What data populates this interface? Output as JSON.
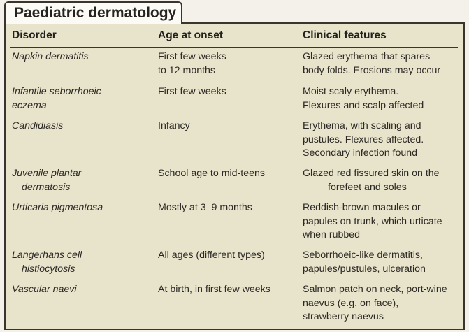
{
  "title": "Paediatric dermatology",
  "headers": {
    "disorder": "Disorder",
    "age": "Age at onset",
    "features": "Clinical features"
  },
  "rows": [
    {
      "disorder": [
        "Napkin dermatitis"
      ],
      "age": [
        "First few weeks",
        "to 12 months"
      ],
      "features": [
        "Glazed erythema that spares",
        "body folds. Erosions may occur"
      ]
    },
    {
      "disorder": [
        "Infantile seborrhoeic",
        "eczema"
      ],
      "age": [
        "First few weeks"
      ],
      "features": [
        "Moist scaly erythema.",
        "Flexures and scalp affected"
      ]
    },
    {
      "disorder": [
        "Candidiasis"
      ],
      "age": [
        "Infancy"
      ],
      "features": [
        "Erythema, with scaling and",
        "pustules. Flexures affected.",
        "Secondary infection found"
      ]
    },
    {
      "disorder": [
        "Juvenile plantar",
        "dermatosis"
      ],
      "age": [
        "School age to mid-teens"
      ],
      "features": [
        "Glazed red fissured skin on the",
        "forefeet and soles"
      ]
    },
    {
      "disorder": [
        "Urticaria pigmentosa"
      ],
      "age": [
        "Mostly at 3–9 months"
      ],
      "features": [
        "Reddish-brown macules or",
        "papules on trunk, which urticate",
        "when rubbed"
      ]
    },
    {
      "disorder": [
        "Langerhans cell",
        "histiocytosis"
      ],
      "age": [
        "All ages (different types)"
      ],
      "features": [
        "Seborrhoeic-like dermatitis,",
        "papules/pustules, ulceration"
      ]
    },
    {
      "disorder": [
        "Vascular naevi"
      ],
      "age": [
        "At birth, in first few weeks"
      ],
      "features": [
        "Salmon patch on neck, port-wine",
        "naevus (e.g. on face),",
        "strawberry naevus"
      ]
    }
  ]
}
